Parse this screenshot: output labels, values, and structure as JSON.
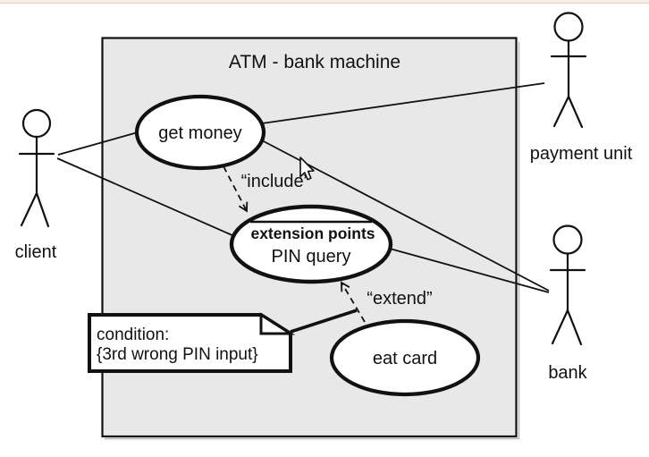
{
  "window": {
    "top_strip": {
      "fill": "#f5eee7",
      "edge": "#e2d4c8"
    }
  },
  "diagram": {
    "system": {
      "title": "ATM - bank machine",
      "fill": "#e8e8e8"
    },
    "use_cases": {
      "get_money": {
        "label": "get money"
      },
      "pin_query": {
        "compartment_title": "extension points",
        "label": "PIN query"
      },
      "eat_card": {
        "label": "eat card"
      }
    },
    "actors": {
      "client": {
        "label": "client"
      },
      "payment_unit": {
        "label": "payment unit"
      },
      "bank": {
        "label": "bank"
      }
    },
    "stereotypes": {
      "include": "“include”",
      "extend": "“extend”"
    },
    "note": {
      "line1": "condition:",
      "line2": "{3rd wrong PIN input}"
    }
  }
}
